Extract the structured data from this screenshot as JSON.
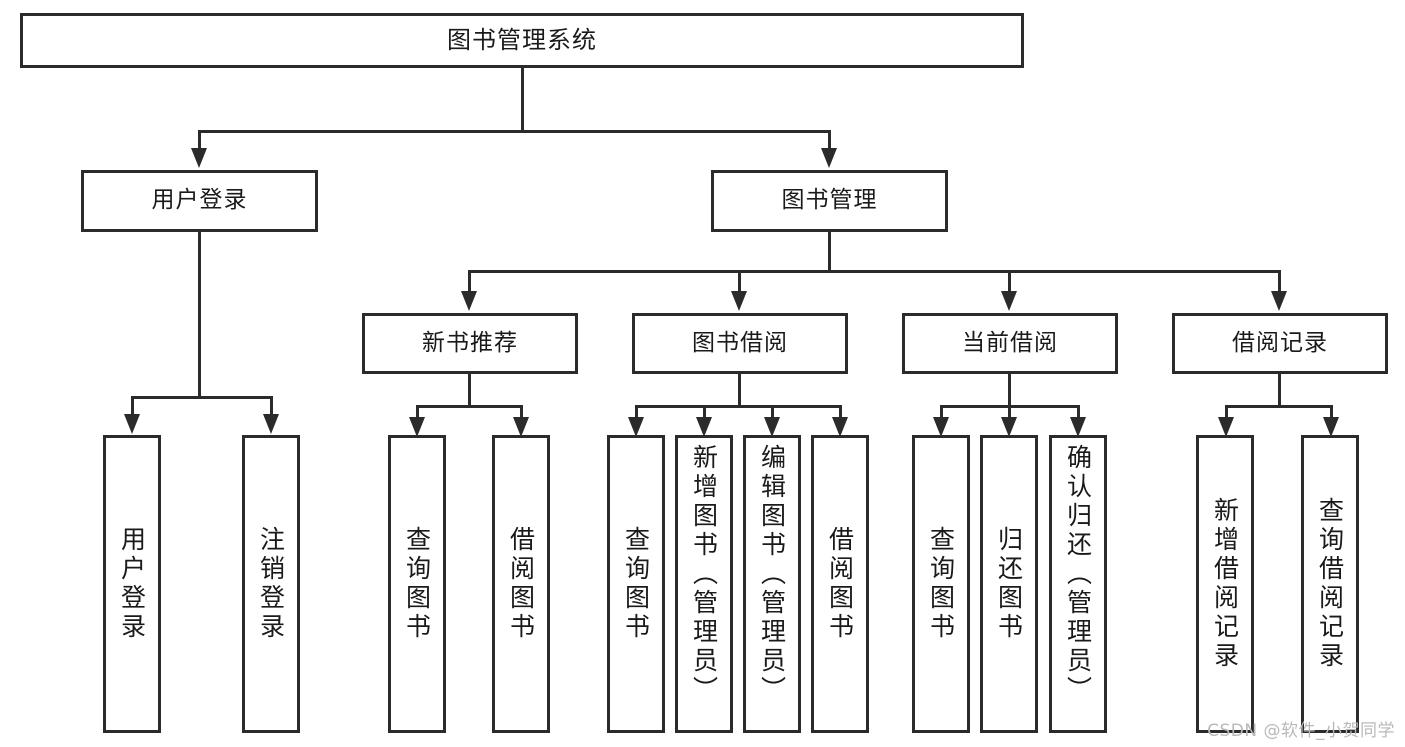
{
  "diagram": {
    "title": "图书管理系统",
    "type": "hierarchy-tree",
    "watermark": "CSDN @软件_小贺同学",
    "colors": {
      "box_border": "#2b2b2b",
      "box_fill": "#ffffff",
      "text": "#1a1a1a",
      "connector": "#2b2b2b",
      "watermark": "#b9b9b9",
      "page_background": "#ffffff"
    },
    "levels": {
      "level1": [
        "图书管理系统"
      ],
      "level2": [
        "用户登录",
        "图书管理"
      ],
      "level3": [
        "新书推荐",
        "图书借阅",
        "当前借阅",
        "借阅记录"
      ],
      "level4": [
        "用户登录",
        "注销登录",
        "查询图书",
        "借阅图书",
        "查询图书",
        "新增图书（管理员）",
        "编辑图书（管理员）",
        "借阅图书",
        "查询图书",
        "归还图书",
        "确认归还（管理员）",
        "新增借阅记录",
        "查询借阅记录"
      ]
    },
    "nodes": {
      "root": {
        "label": "图书管理系统"
      },
      "user_login": {
        "label": "用户登录"
      },
      "book_manage": {
        "label": "图书管理"
      },
      "new_book_rec": {
        "label": "新书推荐"
      },
      "book_borrow": {
        "label": "图书借阅"
      },
      "current_borrow": {
        "label": "当前借阅"
      },
      "borrow_record": {
        "label": "借阅记录"
      },
      "leaf_user_login": {
        "label": "用户登录"
      },
      "leaf_logout": {
        "label": "注销登录"
      },
      "leaf_query_book_a": {
        "label": "查询图书"
      },
      "leaf_borrow_book_a": {
        "label": "借阅图书"
      },
      "leaf_query_book_b": {
        "label": "查询图书"
      },
      "leaf_add_book": {
        "label": "新增图书（管理员）"
      },
      "leaf_edit_book": {
        "label": "编辑图书（管理员）"
      },
      "leaf_borrow_book_b": {
        "label": "借阅图书"
      },
      "leaf_query_book_c": {
        "label": "查询图书"
      },
      "leaf_return_book": {
        "label": "归还图书"
      },
      "leaf_confirm_return": {
        "label": "确认归还（管理员）"
      },
      "leaf_add_record": {
        "label": "新增借阅记录"
      },
      "leaf_query_record": {
        "label": "查询借阅记录"
      }
    }
  }
}
